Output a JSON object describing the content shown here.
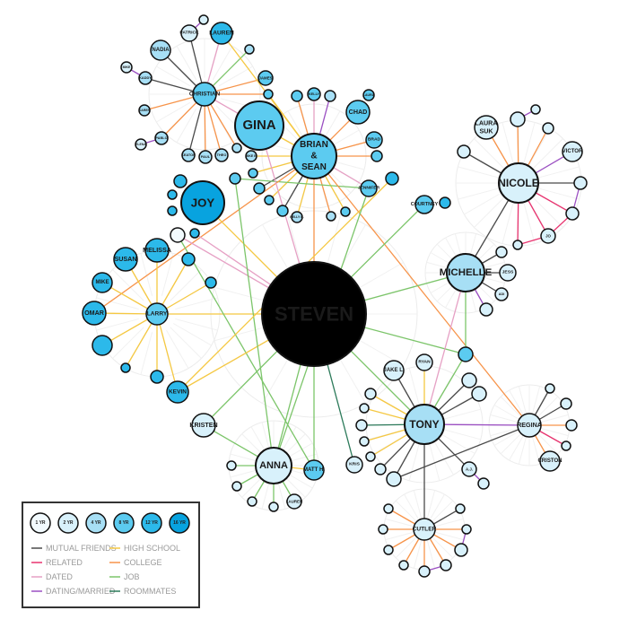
{
  "tier_colors": {
    "1": "#f2fafe",
    "2": "#d8f1fb",
    "4": "#a7dff5",
    "8": "#5ccbf0",
    "12": "#2cb9ea",
    "16": "#08a3df",
    "center": "#000000"
  },
  "edge_colors": {
    "m": "#4a4a4a",
    "r": "#e8336f",
    "d": "#e6a0c4",
    "dm": "#9b4fc2",
    "hs": "#f5c842",
    "c": "#f7944a",
    "j": "#7cc56a",
    "rm": "#2c7a5a"
  },
  "legend": {
    "years": [
      {
        "tier": "1",
        "label": "1 YR"
      },
      {
        "tier": "2",
        "label": "2 YR"
      },
      {
        "tier": "4",
        "label": "4 YR"
      },
      {
        "tier": "8",
        "label": "8 YR"
      },
      {
        "tier": "12",
        "label": "12 YR"
      },
      {
        "tier": "16",
        "label": "16 YR"
      }
    ],
    "relations": [
      {
        "type": "m",
        "label": "MUTUAL FRIENDS"
      },
      {
        "type": "hs",
        "label": "HIGH SCHOOL"
      },
      {
        "type": "r",
        "label": "RELATED"
      },
      {
        "type": "c",
        "label": "COLLEGE"
      },
      {
        "type": "d",
        "label": "DATED"
      },
      {
        "type": "j",
        "label": "JOB"
      },
      {
        "type": "dm",
        "label": "DATING/MARRIED"
      },
      {
        "type": "rm",
        "label": "ROOMMATES"
      }
    ]
  },
  "nodes": [
    {
      "id": "steven",
      "label": "STEVEN",
      "tier": "center"
    },
    {
      "id": "christian",
      "label": "CHRISTIAN",
      "tier": "8"
    },
    {
      "id": "patrick",
      "label": "PATRICK",
      "tier": "2"
    },
    {
      "id": "c_s1",
      "label": "",
      "tier": "2"
    },
    {
      "id": "lauren",
      "label": "LAUREN",
      "tier": "12"
    },
    {
      "id": "c_job",
      "label": "",
      "tier": "4"
    },
    {
      "id": "nadia",
      "label": "NADIA",
      "tier": "4"
    },
    {
      "id": "mike",
      "label": "MIKE",
      "tier": "2"
    },
    {
      "id": "kaddy",
      "label": "KADDY",
      "tier": "4"
    },
    {
      "id": "james",
      "label": "JAMES",
      "tier": "8"
    },
    {
      "id": "c_s2",
      "label": "",
      "tier": "8"
    },
    {
      "id": "karen",
      "label": "KAREN",
      "tier": "4"
    },
    {
      "id": "pablo",
      "label": "PABLO",
      "tier": "4"
    },
    {
      "id": "elena",
      "label": "ELENA",
      "tier": "2"
    },
    {
      "id": "keaton",
      "label": "KEATON",
      "tier": "4"
    },
    {
      "id": "paul",
      "label": "PAUL",
      "tier": "4"
    },
    {
      "id": "theo",
      "label": "THEO",
      "tier": "4"
    },
    {
      "id": "c_s3",
      "label": "",
      "tier": "4"
    },
    {
      "id": "gina",
      "label": "GINA",
      "tier": "8"
    },
    {
      "id": "mikee",
      "label": "MIKE E.",
      "tier": "4"
    },
    {
      "id": "brian",
      "label": "BRIAN|&|SEAN",
      "tier": "8"
    },
    {
      "id": "b_s5",
      "label": "",
      "tier": "8"
    },
    {
      "id": "kelly",
      "label": "KELLY",
      "tier": "8"
    },
    {
      "id": "kristen_b",
      "label": "",
      "tier": "4"
    },
    {
      "id": "chad",
      "label": "CHAD",
      "tier": "8"
    },
    {
      "id": "laura",
      "label": "LAURA",
      "tier": "8"
    },
    {
      "id": "brad",
      "label": "BRAD",
      "tier": "8"
    },
    {
      "id": "jakeg",
      "label": "",
      "tier": "8"
    },
    {
      "id": "daniel",
      "label": "",
      "tier": "12"
    },
    {
      "id": "jennifer",
      "label": "JENNIFER",
      "tier": "8"
    },
    {
      "id": "b_s1",
      "label": "",
      "tier": "8"
    },
    {
      "id": "b_s2",
      "label": "",
      "tier": "4"
    },
    {
      "id": "kellyb",
      "label": "KELLY B.",
      "tier": "4"
    },
    {
      "id": "nancy",
      "label": "",
      "tier": "8"
    },
    {
      "id": "b_s3",
      "label": "",
      "tier": "8"
    },
    {
      "id": "katie",
      "label": "",
      "tier": "8"
    },
    {
      "id": "b_s4",
      "label": "",
      "tier": "8"
    },
    {
      "id": "brians",
      "label": "",
      "tier": "8"
    },
    {
      "id": "joy",
      "label": "JOY",
      "tier": "16"
    },
    {
      "id": "donna",
      "label": "",
      "tier": "12"
    },
    {
      "id": "j_s1",
      "label": "",
      "tier": "12"
    },
    {
      "id": "j_s2",
      "label": "",
      "tier": "12"
    },
    {
      "id": "nicole",
      "label": "NICOLE",
      "tier": "2"
    },
    {
      "id": "laurasuk",
      "label": "LAURA|SUK",
      "tier": "2"
    },
    {
      "id": "chuck",
      "label": "",
      "tier": "2"
    },
    {
      "id": "n_s1",
      "label": "",
      "tier": "2"
    },
    {
      "id": "heather",
      "label": "",
      "tier": "2"
    },
    {
      "id": "victor",
      "label": "VICTOR",
      "tier": "2"
    },
    {
      "id": "terri",
      "label": "",
      "tier": "2"
    },
    {
      "id": "billy",
      "label": "",
      "tier": "2"
    },
    {
      "id": "jo",
      "label": "JO",
      "tier": "2"
    },
    {
      "id": "ken",
      "label": "",
      "tier": "2"
    },
    {
      "id": "ginger",
      "label": "",
      "tier": "2"
    },
    {
      "id": "courtney",
      "label": "COURTNEY",
      "tier": "8"
    },
    {
      "id": "cn_s",
      "label": "",
      "tier": "12"
    },
    {
      "id": "michelle",
      "label": "MICHELLE",
      "tier": "4"
    },
    {
      "id": "megan",
      "label": "",
      "tier": "2"
    },
    {
      "id": "jess",
      "label": "JESS",
      "tier": "2"
    },
    {
      "id": "adi",
      "label": "ADI",
      "tier": "2"
    },
    {
      "id": "nickv",
      "label": "",
      "tier": "2"
    },
    {
      "id": "larry",
      "label": "LARRY",
      "tier": "8"
    },
    {
      "id": "jenna",
      "label": "",
      "tier": "1"
    },
    {
      "id": "l_s0",
      "label": "",
      "tier": "12"
    },
    {
      "id": "melissa",
      "label": "MELISSA",
      "tier": "12"
    },
    {
      "id": "susan",
      "label": "SUSAN",
      "tier": "12"
    },
    {
      "id": "mikel",
      "label": "MIKE",
      "tier": "12"
    },
    {
      "id": "omar",
      "label": "OMAR",
      "tier": "12"
    },
    {
      "id": "stroszy",
      "label": "",
      "tier": "12"
    },
    {
      "id": "l_s1",
      "label": "",
      "tier": "12"
    },
    {
      "id": "edwin",
      "label": "",
      "tier": "12"
    },
    {
      "id": "kevin",
      "label": "KEVIN",
      "tier": "12"
    },
    {
      "id": "l_s2",
      "label": "",
      "tier": "12"
    },
    {
      "id": "paige",
      "label": "",
      "tier": "12"
    },
    {
      "id": "tony",
      "label": "TONY",
      "tier": "4"
    },
    {
      "id": "cristina",
      "label": "",
      "tier": "8"
    },
    {
      "id": "ryan",
      "label": "RYAN",
      "tier": "2"
    },
    {
      "id": "jakel",
      "label": "JAKE L.",
      "tier": "2"
    },
    {
      "id": "brooke",
      "label": "",
      "tier": "2"
    },
    {
      "id": "lindsay",
      "label": "",
      "tier": "2"
    },
    {
      "id": "todd",
      "label": "",
      "tier": "2"
    },
    {
      "id": "t_s1",
      "label": "",
      "tier": "2"
    },
    {
      "id": "t_s2",
      "label": "",
      "tier": "2"
    },
    {
      "id": "t_s3",
      "label": "",
      "tier": "2"
    },
    {
      "id": "t_s4",
      "label": "",
      "tier": "2"
    },
    {
      "id": "t_s5",
      "label": "",
      "tier": "2"
    },
    {
      "id": "claudine",
      "label": "",
      "tier": "2"
    },
    {
      "id": "kris",
      "label": "KRIS",
      "tier": "2"
    },
    {
      "id": "aj",
      "label": "A.J.",
      "tier": "2"
    },
    {
      "id": "aj_s",
      "label": "",
      "tier": "2"
    },
    {
      "id": "regina",
      "label": "REGINA",
      "tier": "2"
    },
    {
      "id": "r_s1",
      "label": "",
      "tier": "2"
    },
    {
      "id": "r_s2",
      "label": "",
      "tier": "2"
    },
    {
      "id": "r_s3",
      "label": "",
      "tier": "2"
    },
    {
      "id": "r_s4",
      "label": "",
      "tier": "2"
    },
    {
      "id": "criston",
      "label": "CRISTON",
      "tier": "2"
    },
    {
      "id": "cutler",
      "label": "CUTLER",
      "tier": "2"
    },
    {
      "id": "cu1",
      "label": "",
      "tier": "2"
    },
    {
      "id": "cu2",
      "label": "",
      "tier": "2"
    },
    {
      "id": "cu3",
      "label": "",
      "tier": "2"
    },
    {
      "id": "cu4",
      "label": "",
      "tier": "2"
    },
    {
      "id": "rick",
      "label": "",
      "tier": "2"
    },
    {
      "id": "alanna",
      "label": "",
      "tier": "2"
    },
    {
      "id": "corey",
      "label": "",
      "tier": "2"
    },
    {
      "id": "cu5",
      "label": "",
      "tier": "2"
    },
    {
      "id": "cu6",
      "label": "",
      "tier": "2"
    },
    {
      "id": "anna",
      "label": "ANNA",
      "tier": "2"
    },
    {
      "id": "kristen",
      "label": "KRISTEN",
      "tier": "2"
    },
    {
      "id": "matth",
      "label": "MATT H.",
      "tier": "8"
    },
    {
      "id": "a_s1",
      "label": "",
      "tier": "2"
    },
    {
      "id": "a_s2",
      "label": "",
      "tier": "2"
    },
    {
      "id": "a_s3",
      "label": "",
      "tier": "2"
    },
    {
      "id": "a_s4",
      "label": "",
      "tier": "2"
    },
    {
      "id": "laurena",
      "label": "LAUREN",
      "tier": "2"
    }
  ],
  "edges": [
    [
      "christian",
      "patrick",
      "m"
    ],
    [
      "christian",
      "nadia",
      "m"
    ],
    [
      "christian",
      "kaddy",
      "m"
    ],
    [
      "christian",
      "lauren",
      "d"
    ],
    [
      "christian",
      "c_job",
      "j"
    ],
    [
      "christian",
      "james",
      "c"
    ],
    [
      "christian",
      "c_s2",
      "c"
    ],
    [
      "christian",
      "karen",
      "c"
    ],
    [
      "christian",
      "pablo",
      "c"
    ],
    [
      "christian",
      "keaton",
      "m"
    ],
    [
      "christian",
      "paul",
      "c"
    ],
    [
      "christian",
      "theo",
      "c"
    ],
    [
      "christian",
      "c_s3",
      "c"
    ],
    [
      "christian",
      "gina",
      "d"
    ],
    [
      "patrick",
      "c_s1",
      "dm"
    ],
    [
      "mike",
      "kaddy",
      "dm"
    ],
    [
      "pablo",
      "elena",
      "dm"
    ],
    [
      "lauren",
      "brian",
      "hs"
    ],
    [
      "c_s2",
      "brian",
      "hs"
    ],
    [
      "brian",
      "gina",
      "hs"
    ],
    [
      "brian",
      "b_s5",
      "c"
    ],
    [
      "brian",
      "kelly",
      "d"
    ],
    [
      "brian",
      "kristen_b",
      "dm"
    ],
    [
      "brian",
      "chad",
      "c"
    ],
    [
      "brian",
      "brad",
      "c"
    ],
    [
      "brian",
      "jakeg",
      "c"
    ],
    [
      "brian",
      "jennifer",
      "d"
    ],
    [
      "brian",
      "mikee",
      "hs"
    ],
    [
      "brian",
      "b_s4",
      "hs"
    ],
    [
      "brian",
      "katie",
      "m"
    ],
    [
      "brian",
      "nancy",
      "m"
    ],
    [
      "brian",
      "kellyb",
      "hs"
    ],
    [
      "brian",
      "b_s1",
      "hs"
    ],
    [
      "brian",
      "b_s2",
      "c"
    ],
    [
      "brian",
      "b_s3",
      "hs"
    ],
    [
      "brians",
      "jennifer",
      "j"
    ],
    [
      "brian",
      "steven",
      "c"
    ],
    [
      "brian",
      "regina",
      "c"
    ],
    [
      "omar",
      "brian",
      "c"
    ],
    [
      "gina",
      "steven",
      "d"
    ],
    [
      "joy",
      "steven",
      "hs"
    ],
    [
      "larry",
      "steven",
      "hs"
    ],
    [
      "jenna",
      "steven",
      "d"
    ],
    [
      "l_s0",
      "steven",
      "d"
    ],
    [
      "jenna",
      "matth",
      "j"
    ],
    [
      "kevin",
      "steven",
      "hs"
    ],
    [
      "brians",
      "anna",
      "j"
    ],
    [
      "larry",
      "melissa",
      "hs"
    ],
    [
      "larry",
      "susan",
      "hs"
    ],
    [
      "larry",
      "mikel",
      "hs"
    ],
    [
      "larry",
      "omar",
      "hs"
    ],
    [
      "larry",
      "stroszy",
      "hs"
    ],
    [
      "larry",
      "l_s1",
      "hs"
    ],
    [
      "larry",
      "edwin",
      "hs"
    ],
    [
      "larry",
      "kevin",
      "hs"
    ],
    [
      "larry",
      "l_s2",
      "hs"
    ],
    [
      "larry",
      "paige",
      "hs"
    ],
    [
      "steven",
      "courtney",
      "j"
    ],
    [
      "steven",
      "michelle",
      "j"
    ],
    [
      "steven",
      "tony",
      "j"
    ],
    [
      "steven",
      "anna",
      "j"
    ],
    [
      "steven",
      "matth",
      "j"
    ],
    [
      "steven",
      "kris",
      "rm"
    ],
    [
      "steven",
      "kristen",
      "j"
    ],
    [
      "steven",
      "cristina",
      "j"
    ],
    [
      "daniel",
      "kevin",
      "hs"
    ],
    [
      "jennifer",
      "anna",
      "j"
    ],
    [
      "michelle",
      "nicole",
      "m"
    ],
    [
      "michelle",
      "megan",
      "m"
    ],
    [
      "michelle",
      "jess",
      "m"
    ],
    [
      "michelle",
      "adi",
      "m"
    ],
    [
      "michelle",
      "nickv",
      "dm"
    ],
    [
      "michelle",
      "tony",
      "d"
    ],
    [
      "michelle",
      "cristina",
      "j"
    ],
    [
      "nicole",
      "ginger",
      "m"
    ],
    [
      "nicole",
      "laurasuk",
      "c"
    ],
    [
      "nicole",
      "chuck",
      "c"
    ],
    [
      "nicole",
      "heather",
      "c"
    ],
    [
      "nicole",
      "victor",
      "dm"
    ],
    [
      "nicole",
      "terri",
      "m"
    ],
    [
      "nicole",
      "billy",
      "r"
    ],
    [
      "nicole",
      "jo",
      "r"
    ],
    [
      "nicole",
      "ken",
      "r"
    ],
    [
      "chuck",
      "n_s1",
      "dm"
    ],
    [
      "terri",
      "billy",
      "dm"
    ],
    [
      "billy",
      "jo",
      "r"
    ],
    [
      "jo",
      "ken",
      "r"
    ],
    [
      "tony",
      "ryan",
      "hs"
    ],
    [
      "tony",
      "jakel",
      "m"
    ],
    [
      "tony",
      "brooke",
      "m"
    ],
    [
      "tony",
      "lindsay",
      "m"
    ],
    [
      "tony",
      "cristina",
      "j"
    ],
    [
      "tony",
      "todd",
      "hs"
    ],
    [
      "tony",
      "t_s1",
      "hs"
    ],
    [
      "tony",
      "t_s2",
      "rm"
    ],
    [
      "tony",
      "t_s3",
      "hs"
    ],
    [
      "tony",
      "t_s4",
      "hs"
    ],
    [
      "tony",
      "t_s5",
      "m"
    ],
    [
      "tony",
      "claudine",
      "m"
    ],
    [
      "tony",
      "aj",
      "m"
    ],
    [
      "tony",
      "cutler",
      "m"
    ],
    [
      "tony",
      "regina",
      "dm"
    ],
    [
      "aj",
      "aj_s",
      "dm"
    ],
    [
      "claudine",
      "regina",
      "m"
    ],
    [
      "regina",
      "r_s1",
      "m"
    ],
    [
      "regina",
      "r_s2",
      "m"
    ],
    [
      "regina",
      "r_s3",
      "c"
    ],
    [
      "regina",
      "r_s4",
      "r"
    ],
    [
      "regina",
      "criston",
      "c"
    ],
    [
      "cutler",
      "cu1",
      "c"
    ],
    [
      "cutler",
      "cu2",
      "c"
    ],
    [
      "cutler",
      "cu3",
      "c"
    ],
    [
      "cutler",
      "cu4",
      "c"
    ],
    [
      "cutler",
      "rick",
      "c"
    ],
    [
      "cutler",
      "alanna",
      "c"
    ],
    [
      "cutler",
      "corey",
      "c"
    ],
    [
      "cutler",
      "cu5",
      "c"
    ],
    [
      "cutler",
      "cu6",
      "m"
    ],
    [
      "cu5",
      "corey",
      "dm"
    ],
    [
      "rick",
      "alanna",
      "dm"
    ],
    [
      "anna",
      "kristen",
      "j"
    ],
    [
      "anna",
      "a_s1",
      "j"
    ],
    [
      "anna",
      "a_s2",
      "j"
    ],
    [
      "anna",
      "a_s3",
      "j"
    ],
    [
      "anna",
      "a_s4",
      "j"
    ],
    [
      "anna",
      "laurena",
      "j"
    ],
    [
      "anna",
      "matth",
      "hs"
    ]
  ]
}
